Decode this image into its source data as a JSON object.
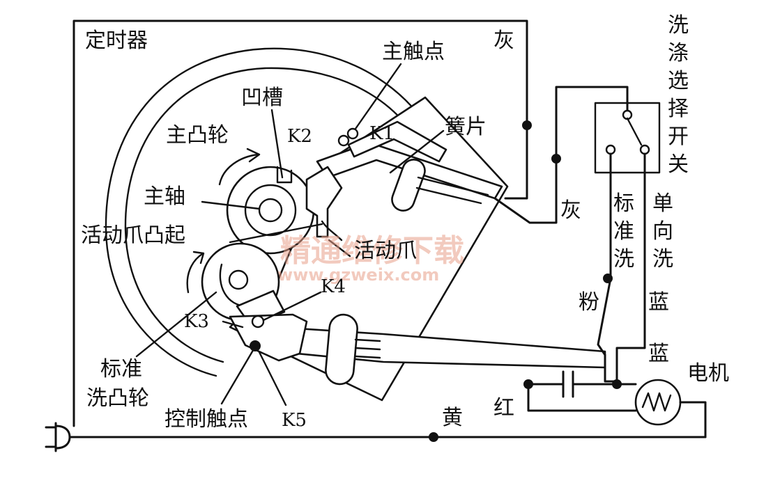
{
  "labels": {
    "timer": "定时器",
    "gray_top": "灰",
    "main_contact": "主触点",
    "groove": "凹槽",
    "main_cam": "主凸轮",
    "k2": "K2",
    "k1": "K1",
    "reed": "簧片",
    "main_shaft": "主轴",
    "claw_bump": "活动爪凸起",
    "movable_claw": "活动爪",
    "k4": "K4",
    "k3": "K3",
    "std_cam_line1": "标准",
    "std_cam_line2": "洗凸轮",
    "control_contact": "控制触点",
    "k5": "K5",
    "yellow": "黄",
    "red": "红",
    "gray_right": "灰",
    "pink": "粉",
    "blue_1": "蓝",
    "blue_2": "蓝",
    "motor": "电机",
    "wash_switch_chars": [
      "洗",
      "涤",
      "选",
      "择",
      "开",
      "关"
    ],
    "standard_wash_chars": [
      "标",
      "准",
      "洗"
    ],
    "one_way_wash_chars": [
      "单",
      "向",
      "洗"
    ]
  },
  "watermark": {
    "text": "精通维修下载",
    "url": "www.gzweix.com"
  },
  "colors": {
    "ink": "#111111",
    "watermark": "#e8a08a",
    "background": "#ffffff"
  }
}
